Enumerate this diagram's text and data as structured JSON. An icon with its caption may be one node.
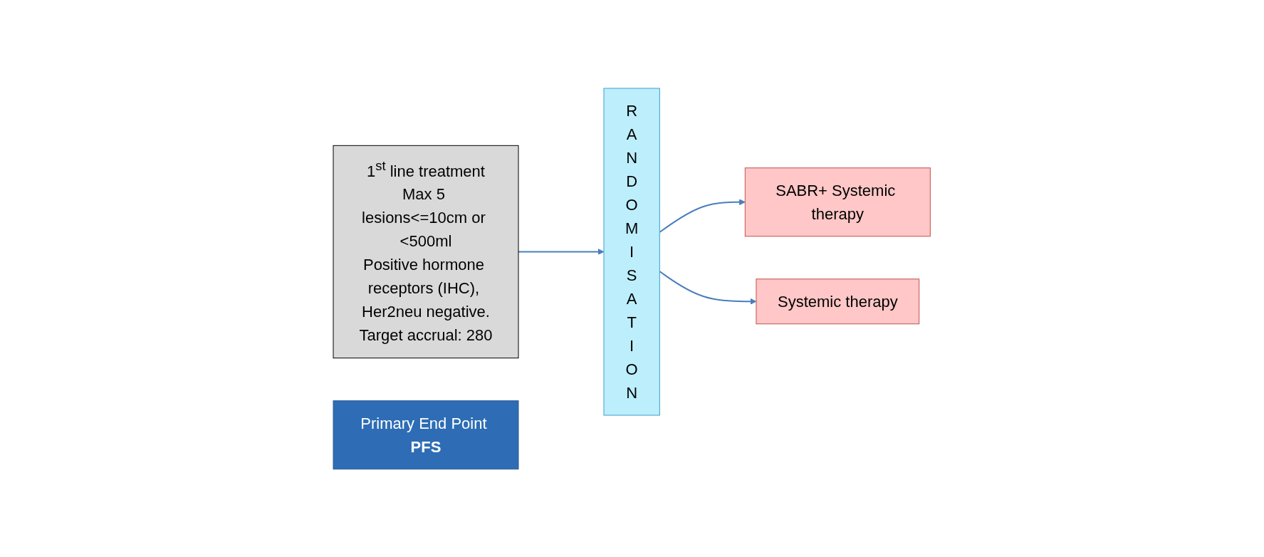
{
  "diagram": {
    "nodes": [
      {
        "text": [
          "1$^{st}$ line treatment",
          "Max 5 lesions<=10cm or <500ml",
          "Positive hormone receptors (IHC), Her2neu negative.",
          "Target accrual: 280"
        ]
      },
      {
        "text": [
          "RANDOMISATION"
        ]
      },
      {
        "text": [
          "SABR+ Systemic therapy"
        ]
      },
      {
        "text": [
          "Systemic therapy"
        ]
      },
      {
        "text": [
          "Primary End Point **PFS**"
        ]
      }
    ],
    "edges": [
      {
        "from": 0,
        "to": 1,
        "arrow": "to"
      },
      {
        "from": 1,
        "to": 2,
        "arrow": "to"
      },
      {
        "from": 1,
        "to": 3,
        "arrow": "to"
      }
    ]
  }
}
